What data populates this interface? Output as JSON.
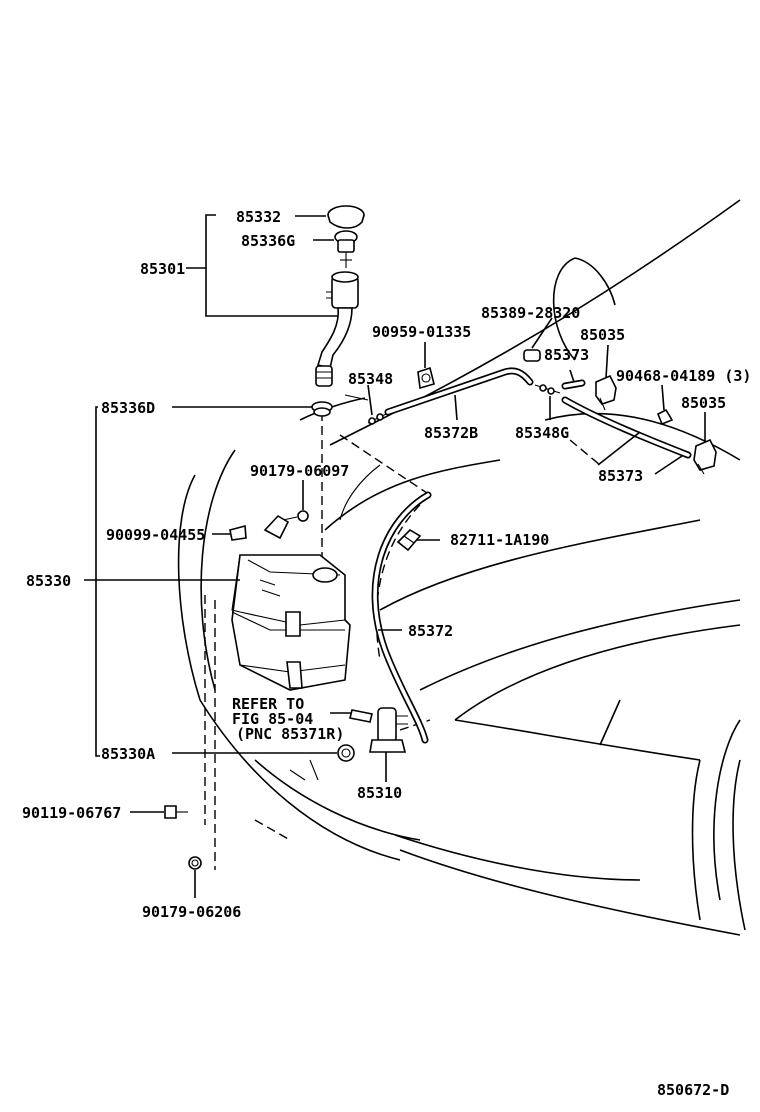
{
  "labels": {
    "p85332": "85332",
    "p85336G": "85336G",
    "p85301": "85301",
    "p85336D": "85336D",
    "p90959": "90959-01335",
    "p85389": "85389-28320",
    "p85035a": "85035",
    "p85373a": "85373",
    "p85348": "85348",
    "p90468": "90468-04189 (3)",
    "p85035b": "85035",
    "p85372B": "85372B",
    "p85348G": "85348G",
    "p85373b": "85373",
    "p90179a": "90179-06097",
    "p90099": "90099-04455",
    "p82711": "82711-1A190",
    "p85330": "85330",
    "p85372": "85372",
    "refer1": "REFER TO",
    "refer2": "FIG 85-04",
    "refer3": "(PNC 85371R)",
    "p85330A": "85330A",
    "p85310": "85310",
    "p90119": "90119-06767",
    "p90179b": "90179-06206",
    "figure_id": "850672-D"
  }
}
